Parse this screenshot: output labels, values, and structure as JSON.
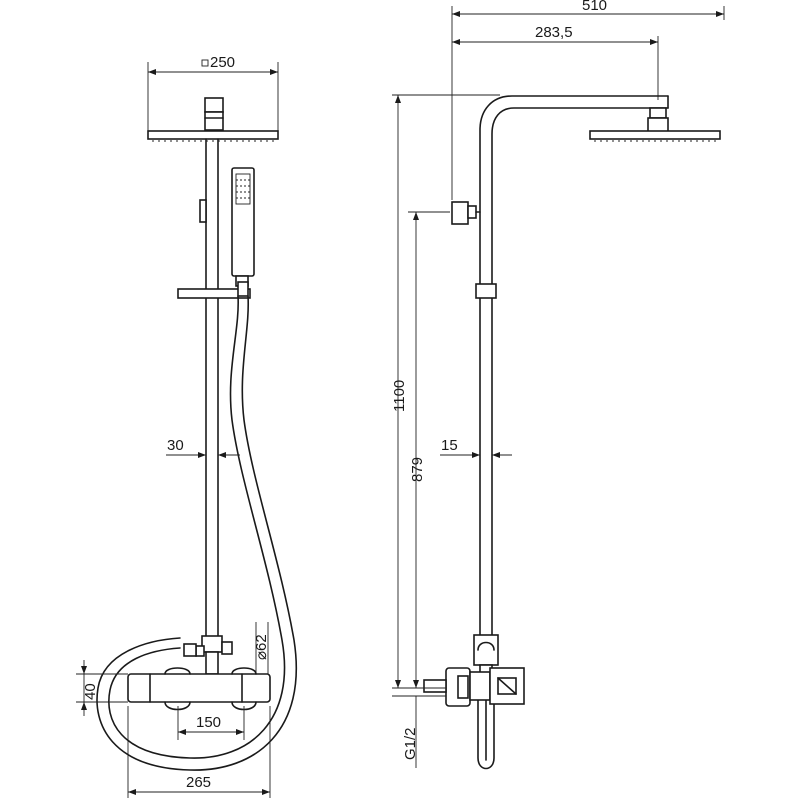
{
  "dimensions": {
    "head_width": "250",
    "square_symbol": "□",
    "rail_width": "30",
    "mixer_diameter": "⌀62",
    "mixer_height": "40",
    "mixer_centers": "150",
    "mixer_length": "265",
    "overall_projection": "510",
    "arm_reach": "283,5",
    "total_height": "1100",
    "mixer_to_head": "879",
    "side_pipe": "15",
    "connection": "G1/2"
  },
  "colors": {
    "line": "#1a1a1a",
    "background": "#ffffff"
  }
}
